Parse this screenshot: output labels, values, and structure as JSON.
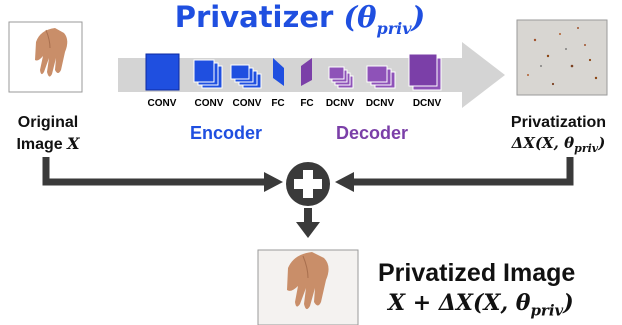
{
  "title": {
    "text": "Privatizer",
    "param": "(θ",
    "param_sub": "priv",
    "param_close": ")",
    "color": "#1f4fe0"
  },
  "input": {
    "label_line1": "Original",
    "label_line2_text": "Image ",
    "label_line2_var": "X"
  },
  "privatization": {
    "label_line1": "Privatization",
    "formula_main": "ΔX(X, θ",
    "formula_sub": "priv",
    "formula_close": ")"
  },
  "layers": [
    {
      "label": "CONV",
      "kind": "encoder"
    },
    {
      "label": "CONV",
      "kind": "encoder"
    },
    {
      "label": "CONV",
      "kind": "encoder"
    },
    {
      "label": "FC",
      "kind": "encoder"
    },
    {
      "label": "FC",
      "kind": "decoder"
    },
    {
      "label": "DCNV",
      "kind": "decoder"
    },
    {
      "label": "DCNV",
      "kind": "decoder"
    },
    {
      "label": "DCNV",
      "kind": "decoder"
    }
  ],
  "encoder": {
    "label": "Encoder",
    "color": "#1f4fe0"
  },
  "decoder": {
    "label": "Decoder",
    "color": "#7b3fa8"
  },
  "output": {
    "title": "Privatized Image",
    "formula_main": "X + ΔX(X, θ",
    "formula_sub": "priv",
    "formula_close": ")"
  },
  "colors": {
    "arrow_gray": "#d4d4d4",
    "connector": "#3a3a3a",
    "hand": "#c98e69"
  }
}
